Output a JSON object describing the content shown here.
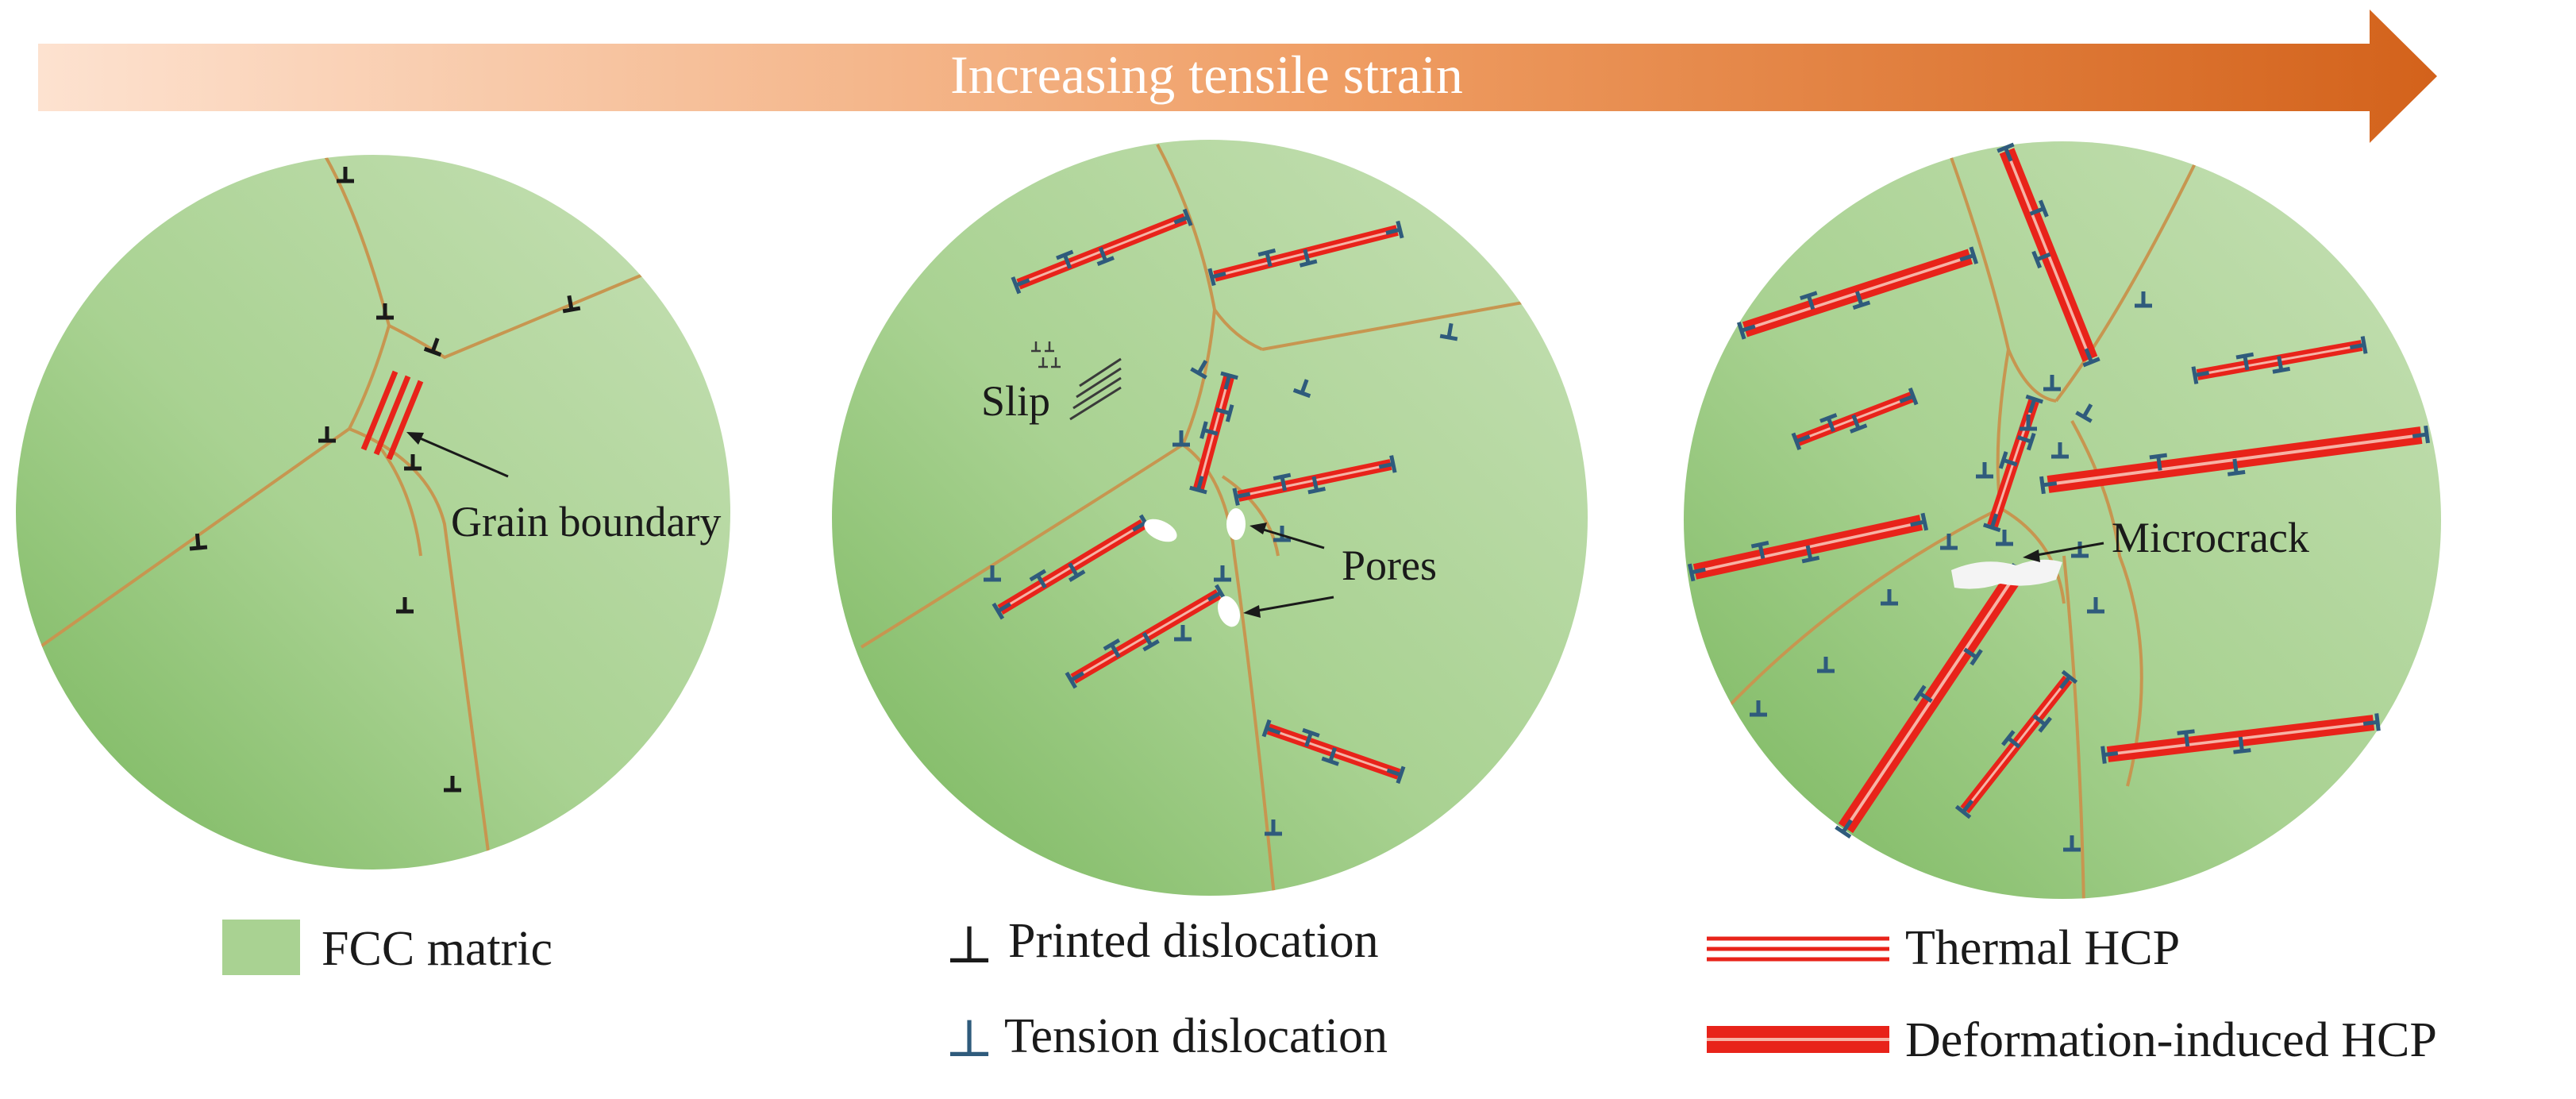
{
  "banner": {
    "label": "Increasing tensile strain"
  },
  "panels": [
    {
      "name": "initial-state",
      "annotation": "Grain boundary"
    },
    {
      "name": "intermediate-strain",
      "annotations": [
        "Slip",
        "Pores"
      ]
    },
    {
      "name": "high-strain",
      "annotation": "Microcrack"
    }
  ],
  "legend": {
    "fcc_matrix": "FCC matric",
    "printed_dislocation": "Printed dislocation",
    "tension_dislocation": "Tension dislocation",
    "thermal_hcp": "Thermal HCP",
    "deformation_hcp": "Deformation-induced HCP",
    "dislocation_symbol": "⊥"
  },
  "colors": {
    "matrix_light": "#c2deb0",
    "matrix_dark": "#7fba63",
    "grain_boundary": "#c79650",
    "hcp_red": "#e8231a",
    "printed_dislocation": "#1a1a1a",
    "tension_dislocation": "#2f5b7c",
    "banner_start": "#fbd7bf",
    "banner_end": "#d3621b"
  }
}
